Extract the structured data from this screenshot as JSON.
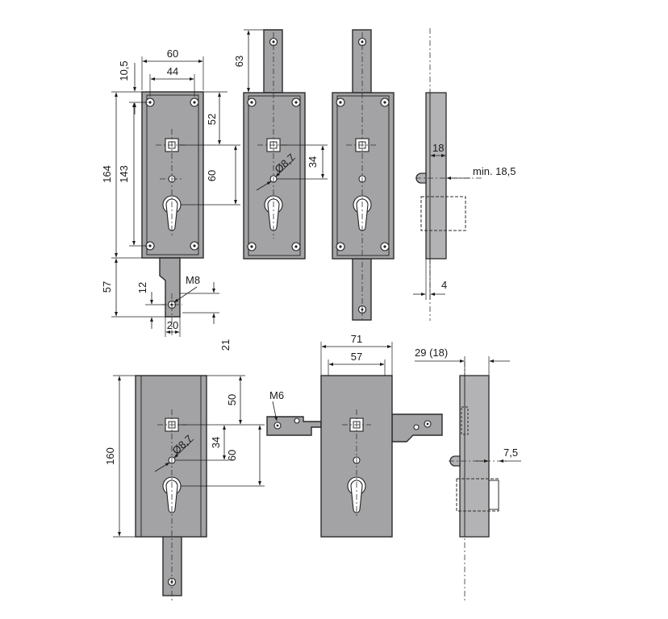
{
  "dims": {
    "d60_w": "60",
    "d44": "44",
    "d10_5": "10,5",
    "d164": "164",
    "d143": "143",
    "d52": "52",
    "d60_v": "60",
    "d57_v": "57",
    "d12": "12",
    "m8": "M8",
    "d20": "20",
    "d21": "21",
    "d63": "63",
    "dia8_7_a": "Ø8,7",
    "d34_a": "34",
    "d18": "18",
    "min18_5": "min. 18,5",
    "d4": "4",
    "d160": "160",
    "d50": "50",
    "dia8_7_b": "Ø8,7",
    "d34_b": "34",
    "d60_b": "60",
    "m6": "M6",
    "d71": "71",
    "d57_h": "57",
    "d29_18": "29 (18)",
    "d7_5": "7,5"
  }
}
